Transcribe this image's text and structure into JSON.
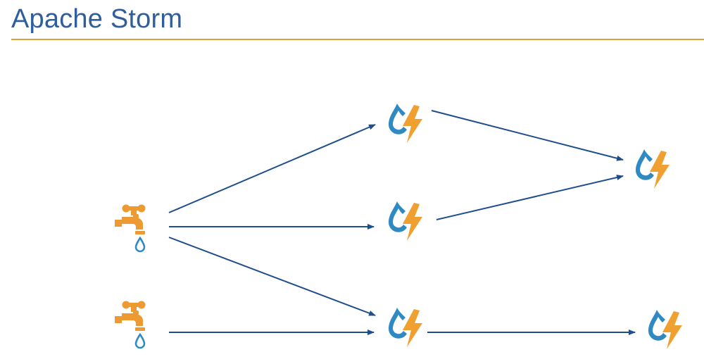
{
  "slide": {
    "title": "Apache Storm"
  },
  "diagram": {
    "nodes": [
      {
        "id": "spout-1",
        "kind": "spout",
        "icon": "faucet-icon"
      },
      {
        "id": "spout-2",
        "kind": "spout",
        "icon": "faucet-icon"
      },
      {
        "id": "bolt-1",
        "kind": "bolt",
        "icon": "drop-lightning-icon"
      },
      {
        "id": "bolt-2",
        "kind": "bolt",
        "icon": "drop-lightning-icon"
      },
      {
        "id": "bolt-3",
        "kind": "bolt",
        "icon": "drop-lightning-icon"
      },
      {
        "id": "bolt-4",
        "kind": "bolt",
        "icon": "drop-lightning-icon"
      },
      {
        "id": "bolt-5",
        "kind": "bolt",
        "icon": "drop-lightning-icon"
      }
    ],
    "edges": [
      [
        "spout-1",
        "bolt-1"
      ],
      [
        "spout-1",
        "bolt-2"
      ],
      [
        "spout-1",
        "bolt-3"
      ],
      [
        "spout-2",
        "bolt-3"
      ],
      [
        "bolt-1",
        "bolt-4"
      ],
      [
        "bolt-2",
        "bolt-4"
      ],
      [
        "bolt-3",
        "bolt-5"
      ]
    ],
    "colors": {
      "spout": "#ee9a33",
      "drop": "#2f8ac4",
      "bolt": "#f0a030",
      "arrow": "#1f4e8c",
      "title": "#2f5e9c",
      "rule": "#e0a43a"
    }
  }
}
